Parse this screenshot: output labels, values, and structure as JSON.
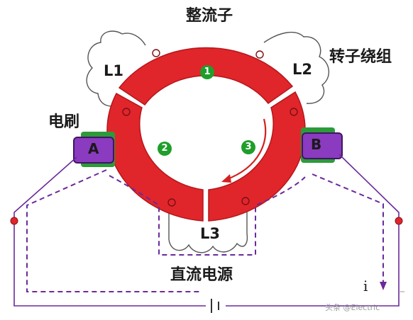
{
  "diagram": {
    "title": "整流子",
    "rotor_winding_label": "转子绕组",
    "brush_label": "电刷",
    "dc_source_label": "直流电源",
    "current_label": "i",
    "coils": [
      "L1",
      "L2",
      "L3"
    ],
    "brushes": [
      "A",
      "B"
    ],
    "segments": [
      "1",
      "2",
      "3"
    ],
    "watermark": "头条 @Electric"
  },
  "colors": {
    "ring": "#e0262b",
    "contact": "#2d9a3a",
    "brush": "#8a3bbf",
    "dashed_wire": "#6a2a9a",
    "badge": "#1f9e2a",
    "arrow": "#d42020"
  }
}
